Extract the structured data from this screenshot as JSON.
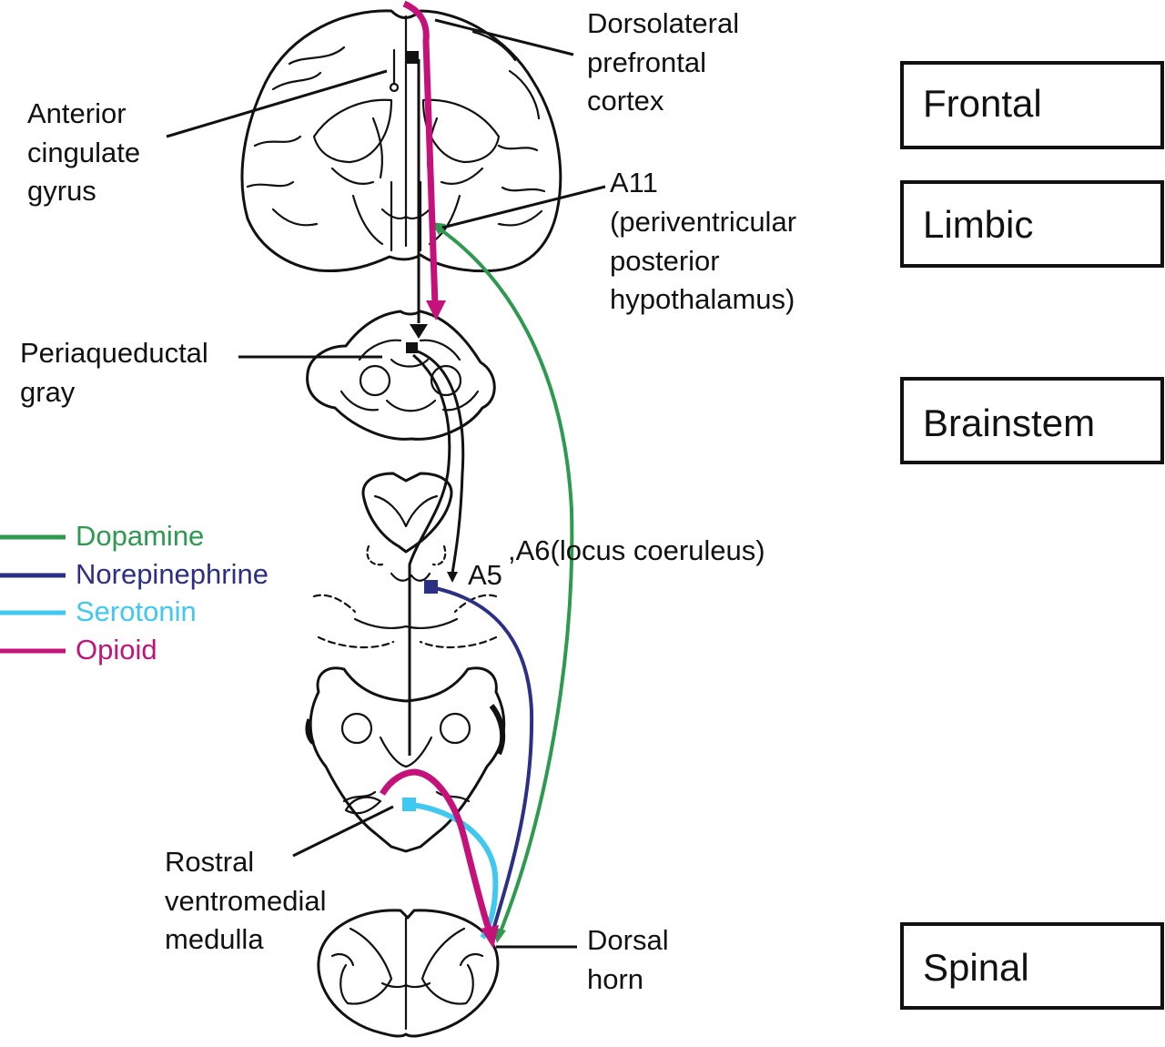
{
  "colors": {
    "dopamine": "#2e9a4f",
    "norepinephrine": "#2b2f85",
    "serotonin": "#3fc8f0",
    "opioid": "#c4127a",
    "ink": "#111111"
  },
  "legend": [
    {
      "name": "Dopamine",
      "color_key": "dopamine"
    },
    {
      "name": "Norepinephrine",
      "color_key": "norepinephrine"
    },
    {
      "name": "Serotonin",
      "color_key": "serotonin"
    },
    {
      "name": "Opioid",
      "color_key": "opioid"
    }
  ],
  "levels": [
    "Frontal",
    "Limbic",
    "Brainstem",
    "Spinal"
  ],
  "labels": {
    "dlpfc": [
      "Dorsolateral",
      "prefrontal",
      "cortex"
    ],
    "acg": [
      "Anterior",
      "cingulate",
      "gyrus"
    ],
    "a11": [
      "A11",
      "(periventricular",
      "posterior",
      "hypothalamus)"
    ],
    "pag": [
      "Periaqueductal",
      "gray"
    ],
    "a5": "A5",
    "a6": ",A6(locus coeruleus)",
    "rvm": [
      "Rostral",
      "ventromedial",
      "medulla"
    ],
    "dorsal_horn": [
      "Dorsal",
      "horn"
    ]
  }
}
